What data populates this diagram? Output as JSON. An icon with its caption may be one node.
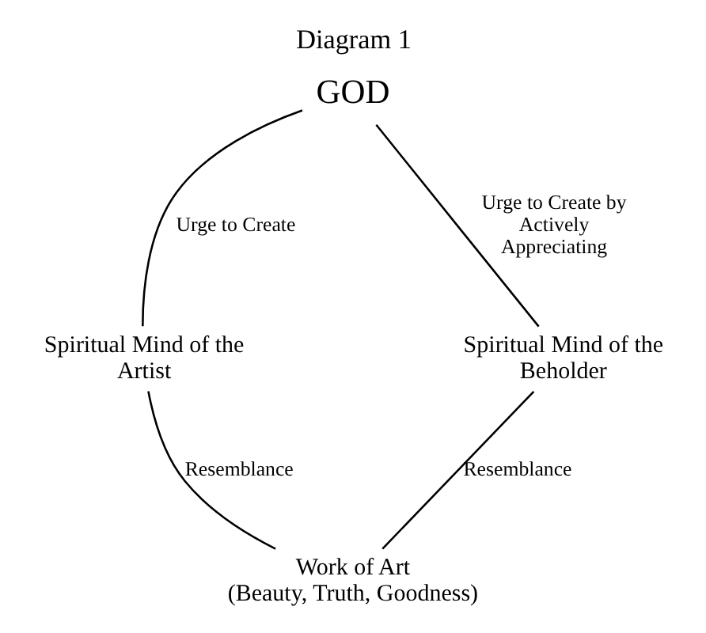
{
  "diagram": {
    "title": "Diagram 1",
    "nodes": [
      {
        "text": [
          "GOD"
        ]
      },
      {
        "text": [
          "Spiritual Mind of the Artist"
        ]
      },
      {
        "text": [
          "Spiritual Mind of the Beholder"
        ]
      },
      {
        "text": [
          "Work of Art",
          "(Beauty, Truth, Goodness)"
        ]
      }
    ],
    "edges": [
      {
        "from": 0,
        "to": 1,
        "arrow": "none",
        "label": "Urge to Create"
      },
      {
        "from": 0,
        "to": 2,
        "arrow": "none",
        "label": "Urge to Create by Actively Appreciating"
      },
      {
        "from": 1,
        "to": 3,
        "arrow": "none",
        "label": "Resemblance"
      },
      {
        "from": 2,
        "to": 3,
        "arrow": "none",
        "label": "Resemblance"
      }
    ]
  }
}
